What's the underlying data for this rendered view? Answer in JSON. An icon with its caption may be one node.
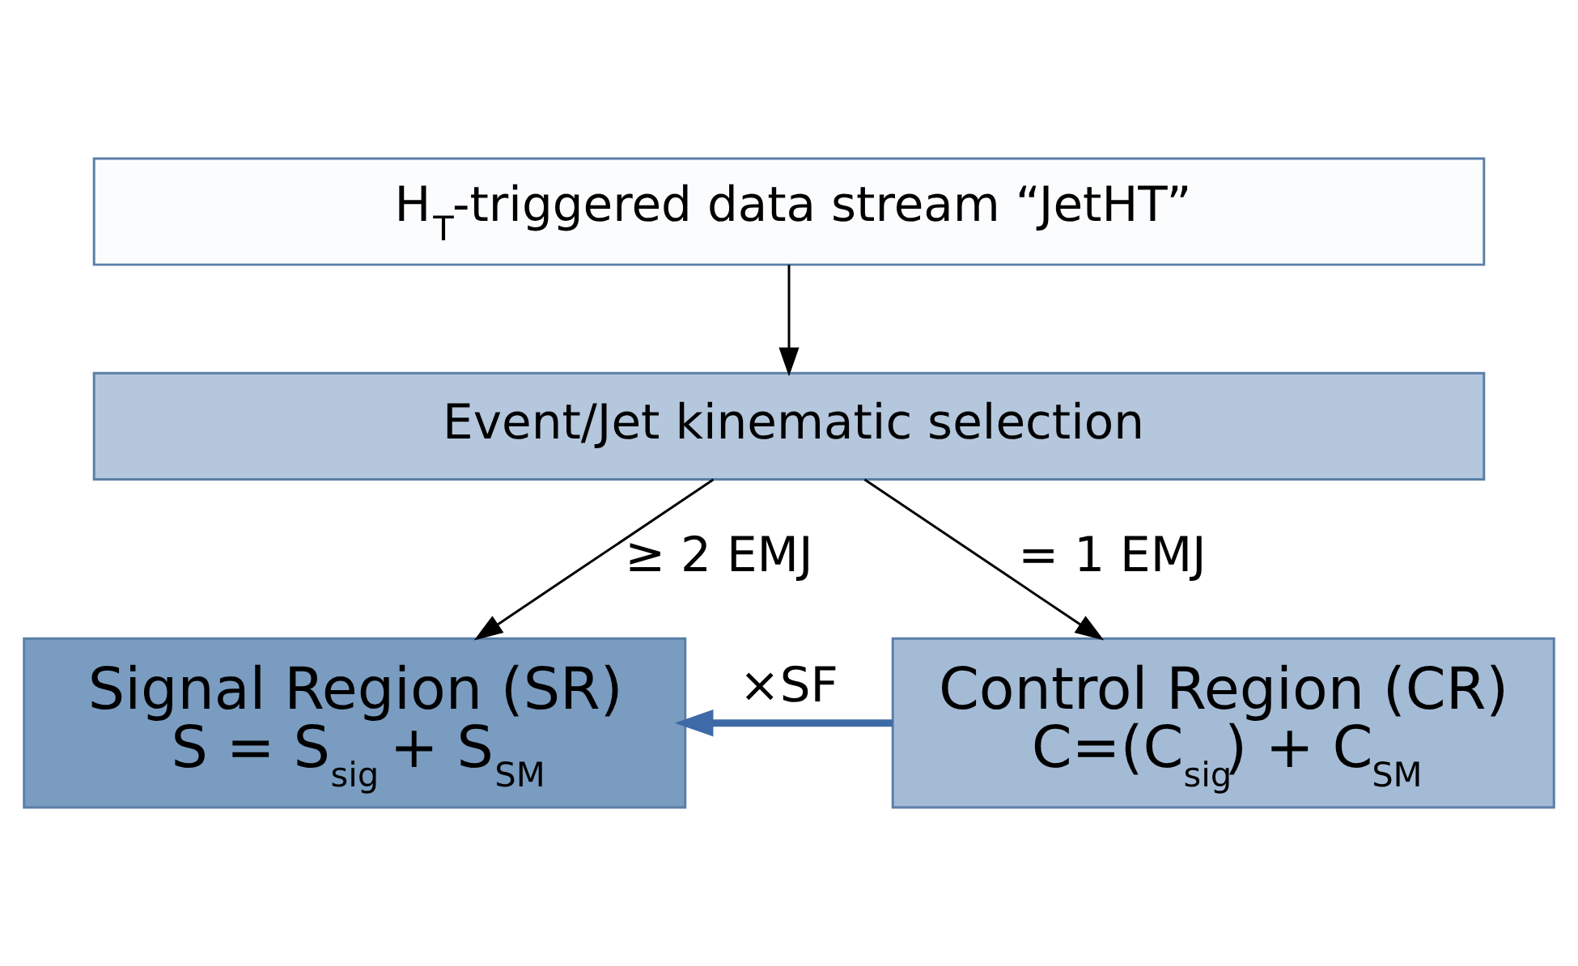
{
  "diagram": {
    "nodes": [
      {
        "text": [
          "H$_{T}$-triggered data stream “JetHT”"
        ]
      },
      {
        "text": [
          "Event/Jet kinematic selection"
        ]
      },
      {
        "text": [
          "Signal Region (SR)",
          "S = S$_{sig}$ + S$_{SM}$"
        ]
      },
      {
        "text": [
          "Control Region (CR)",
          "C=(C$_{sig}$) + C$_{SM}$"
        ]
      }
    ],
    "edges": [
      {
        "from": 0,
        "to": 1,
        "arrow": "to"
      },
      {
        "from": 1,
        "to": 2,
        "arrow": "to",
        "label": "≥ 2 EMJ"
      },
      {
        "from": 1,
        "to": 3,
        "arrow": "to",
        "label": "= 1 EMJ"
      },
      {
        "from": 3,
        "to": 2,
        "arrow": "to",
        "label": "×SF",
        "style": "thick",
        "color": "#3e6aa8"
      }
    ]
  }
}
